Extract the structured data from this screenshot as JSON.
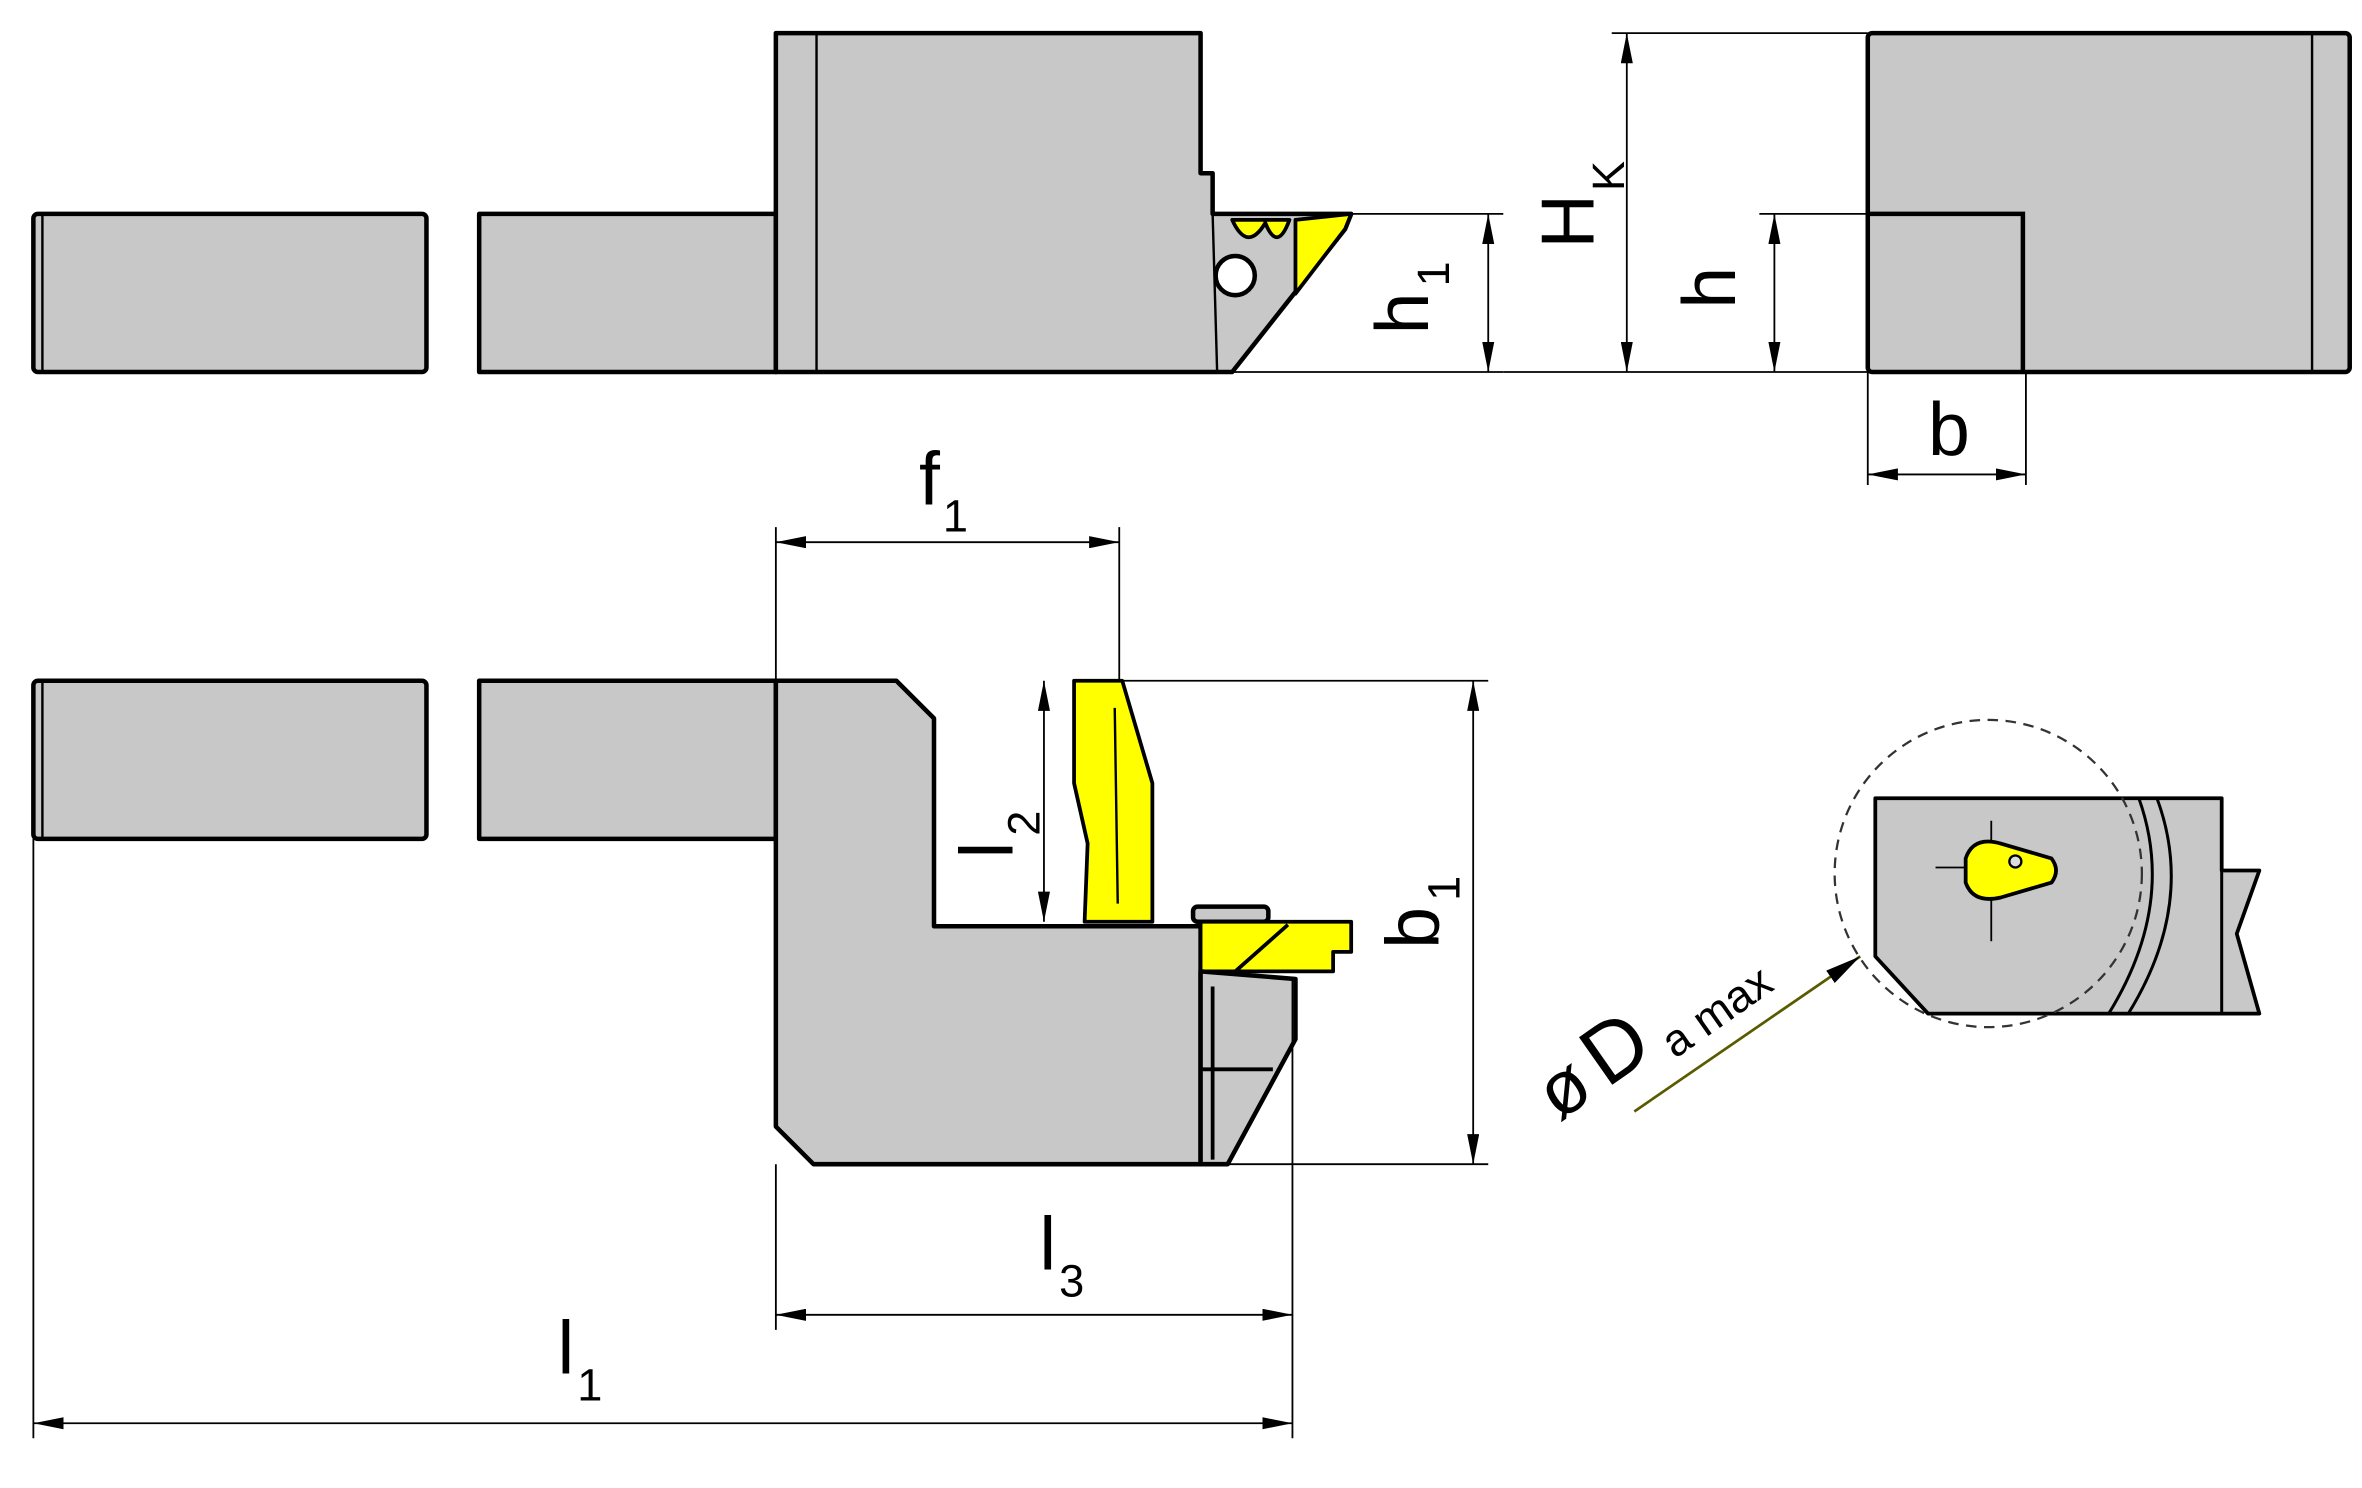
{
  "drawing": {
    "title": "Grooving tool holder dimension drawing",
    "colors": {
      "body": "#c8c8c8",
      "insert": "#ffff00",
      "outline": "#000000",
      "leader": "#5a5a00"
    },
    "dimensions": {
      "h1": {
        "main": "h",
        "sub": "1"
      },
      "HK": {
        "main": "H",
        "sub": "K"
      },
      "h": {
        "main": "h"
      },
      "b": {
        "main": "b"
      },
      "f1": {
        "main": "f",
        "sub": "1"
      },
      "l2": {
        "main": "l",
        "sub": "2"
      },
      "b1": {
        "main": "b",
        "sub": "1"
      },
      "l3": {
        "main": "l",
        "sub": "3"
      },
      "l1": {
        "main": "l",
        "sub": "1"
      },
      "Da": {
        "symbol": "ø",
        "main": "D",
        "sub": "a max"
      }
    }
  }
}
